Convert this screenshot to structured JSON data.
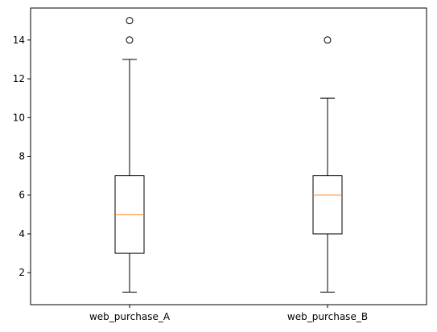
{
  "chart_data": {
    "type": "box",
    "title": "",
    "xlabel": "",
    "ylabel": "",
    "ylim": [
      0.35,
      15.65
    ],
    "yticks": [
      2,
      4,
      6,
      8,
      10,
      12,
      14
    ],
    "grid": false,
    "categories": [
      "web_purchase_A",
      "web_purchase_B"
    ],
    "boxes": [
      {
        "name": "web_purchase_A",
        "whisker_low": 1,
        "q1": 3,
        "median": 5,
        "q3": 7,
        "whisker_high": 13,
        "outliers": [
          14,
          15
        ]
      },
      {
        "name": "web_purchase_B",
        "whisker_low": 1,
        "q1": 4,
        "median": 6,
        "q3": 7,
        "whisker_high": 11,
        "outliers": [
          14
        ]
      }
    ],
    "colors": {
      "box": "#000000",
      "median": "#ff7f0e",
      "axes": "#000000"
    }
  }
}
